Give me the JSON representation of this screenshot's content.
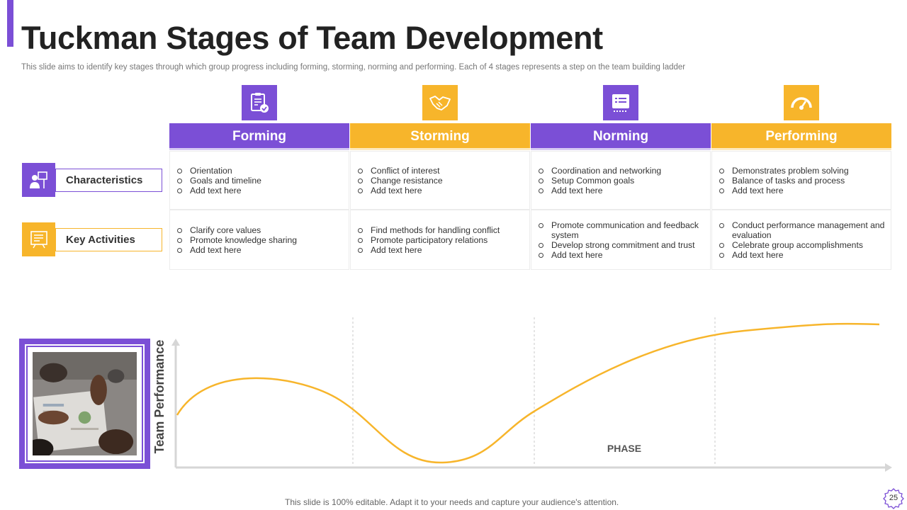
{
  "slide": {
    "title": "Tuckman Stages of Team Development",
    "subtitle": "This slide aims to identify key stages through which group progress including forming, storming, norming and performing. Each of 4 stages represents a step on the team building ladder",
    "footer": "This slide is 100% editable. Adapt it to your needs and capture your audience's attention.",
    "page_number": "25"
  },
  "colors": {
    "purple": "#7b4fd6",
    "yellow": "#f7b52b"
  },
  "rows": [
    {
      "label": "Characteristics",
      "icon": "team-presentation-icon"
    },
    {
      "label": "Key Activities",
      "icon": "checklist-board-icon"
    }
  ],
  "stages": [
    {
      "name": "Forming",
      "icon": "clipboard-check-icon",
      "characteristics": [
        "Orientation",
        "Goals and timeline",
        "Add text here"
      ],
      "activities": [
        "Clarify core values",
        "Promote knowledge sharing",
        "Add text here"
      ]
    },
    {
      "name": "Storming",
      "icon": "handshake-icon",
      "characteristics": [
        "Conflict of interest",
        "Change resistance",
        "Add text here"
      ],
      "activities": [
        "Find methods for handling conflict",
        "Promote participatory relations",
        "Add text here"
      ]
    },
    {
      "name": "Norming",
      "icon": "checklist-icon",
      "characteristics": [
        "Coordination and networking",
        "Setup Common goals",
        "Add text here"
      ],
      "activities": [
        "Promote communication and feedback system",
        "Develop strong commitment and trust",
        "Add text here"
      ]
    },
    {
      "name": "Performing",
      "icon": "speedometer-icon",
      "characteristics": [
        "Demonstrates problem solving",
        "Balance of tasks and process",
        "Add text here"
      ],
      "activities": [
        "Conduct performance management and evaluation",
        "Celebrate group accomplishments",
        "Add text here"
      ]
    }
  ],
  "chart": {
    "y_label": "Team Performance",
    "x_label": "PHASE"
  }
}
